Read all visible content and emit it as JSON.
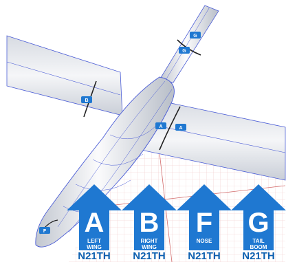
{
  "parts": [
    {
      "letter": "A",
      "desc": "LEFT\nWING",
      "code": "N21TH",
      "color": "#1f78d1"
    },
    {
      "letter": "B",
      "desc": "RIGHT\nWING",
      "code": "N21TH",
      "color": "#1f78d1"
    },
    {
      "letter": "F",
      "desc": "NOSE",
      "code": "N21TH",
      "color": "#1f78d1"
    },
    {
      "letter": "G",
      "desc": "TAIL\nBOOM",
      "code": "N21TH",
      "color": "#1f78d1"
    }
  ],
  "model_tags": {
    "wing_left": "B",
    "wing_right_1": "A",
    "wing_right_2": "A",
    "tail_1": "G",
    "tail_2": "G",
    "nose": "F"
  },
  "colors": {
    "accent": "#1f78d1",
    "code_text": "#0b5fb0",
    "mesh_line": "#3a4fd8",
    "surface": "#e6e9ee"
  }
}
